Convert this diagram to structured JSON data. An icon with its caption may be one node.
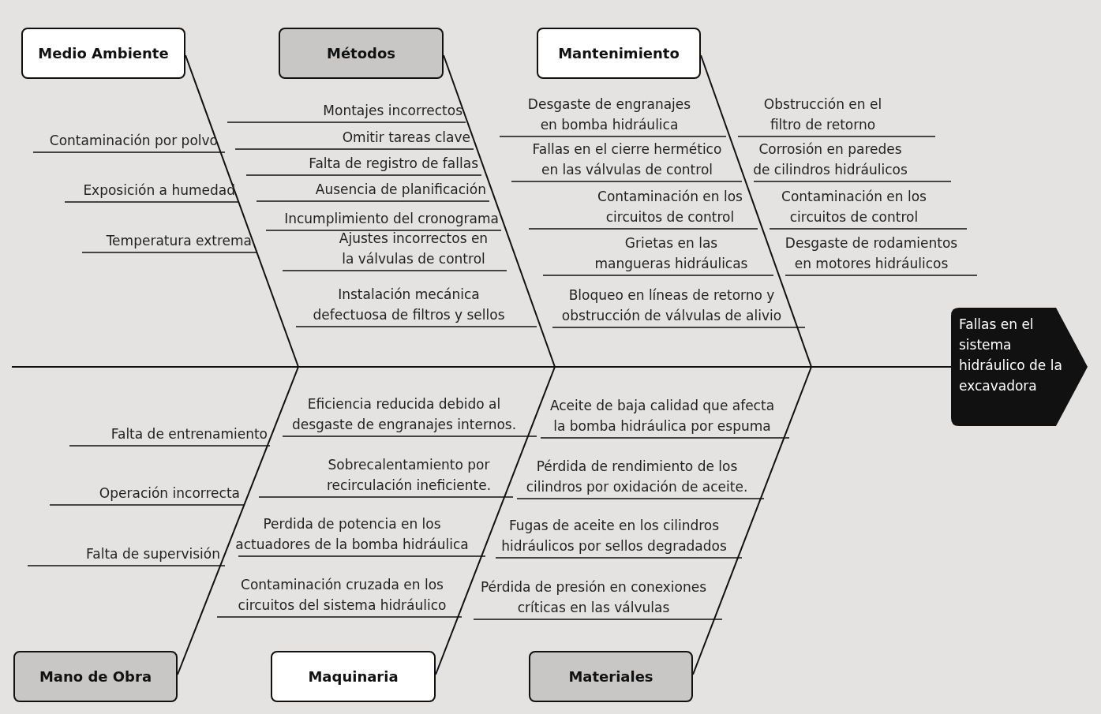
{
  "diagram": {
    "nodes": [
      {
        "text": [
          "Medio Ambiente"
        ]
      },
      {
        "text": [
          "Métodos"
        ]
      },
      {
        "text": [
          "Mantenimiento"
        ]
      },
      {
        "text": [
          "Fallas en el sistema hidráulico de la excavadora"
        ]
      },
      {
        "text": [
          "Mano de Obra"
        ]
      },
      {
        "text": [
          "Maquinaria"
        ]
      },
      {
        "text": [
          "Materiales"
        ]
      }
    ],
    "edges": [
      {
        "from": 0,
        "to": 3,
        "arrow": "none"
      },
      {
        "from": 1,
        "to": 3,
        "arrow": "none"
      },
      {
        "from": 2,
        "to": 3,
        "arrow": "none"
      },
      {
        "from": 4,
        "to": 3,
        "arrow": "none"
      },
      {
        "from": 5,
        "to": 3,
        "arrow": "none"
      },
      {
        "from": 6,
        "to": 3,
        "arrow": "none"
      }
    ],
    "labels": [
      "Contaminación por polvo",
      "Exposición a humedad",
      "Temperatura extrema",
      "Montajes incorrectos",
      "Omitir tareas clave",
      "Falta de registro de fallas",
      "Ausencia de planificación",
      "Incumplimiento del cronograma",
      "Ajustes incorrectos en la válvulas de control",
      "Instalación mecánica defectuosa de filtros y sellos",
      "Desgaste de engranajes en bomba hidráulica",
      "Obstrucción en el filtro de retorno",
      "Fallas en el cierre hermético en las válvulas de control",
      "Corrosión en paredes de cilindros hidráulicos",
      "Contaminación en los circuitos de control",
      "Contaminación en los circuitos de control",
      "Grietas en las mangueras hidráulicas",
      "Desgaste de rodamientos en motores hidráulicos",
      "Bloqueo en líneas de retorno y obstrucción de válvulas de alivio",
      "Falta de entrenamiento",
      "Operación incorrecta",
      "Falta de supervisión",
      "Eficiencia reducida debido al desgaste de engranajes internos.",
      "Sobrecalentamiento por recirculación ineficiente.",
      "Perdida de potencia en los actuadores de la bomba hidráulica",
      "Contaminación cruzada en los circuitos del sistema hidráulico",
      "Aceite de baja calidad que afecta la bomba hidráulica por espuma",
      "Pérdida de rendimiento de los cilindros por oxidación de aceite.",
      "Fugas de aceite en los cilindros hidráulicos por sellos degradados",
      "Pérdida de presión en conexiones críticas en las válvulas"
    ]
  }
}
